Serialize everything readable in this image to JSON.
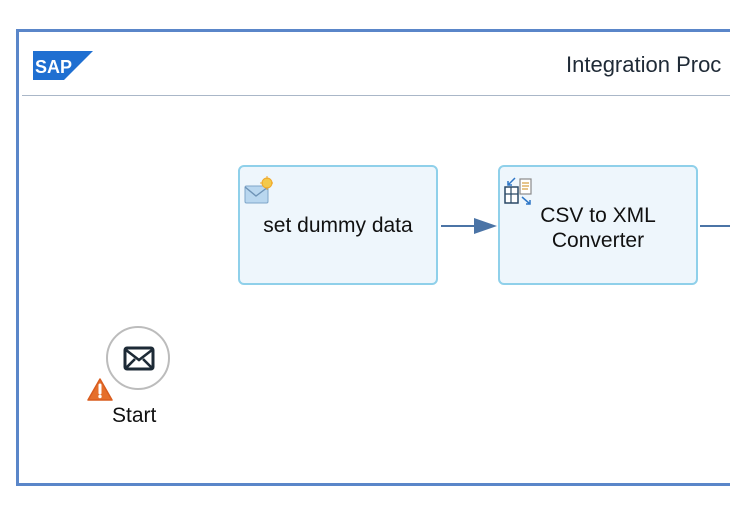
{
  "pool": {
    "title": "Integration Proc",
    "logo_text": "SAP",
    "logo_color": "#1f6fd1",
    "border_color": "#5a86c9"
  },
  "tasks": [
    {
      "label": "set dummy data",
      "icon": "content-modifier-icon"
    },
    {
      "label_line1": "CSV to XML",
      "label_line2": "Converter",
      "icon": "csv-to-xml-converter-icon"
    }
  ],
  "start_event": {
    "label": "Start",
    "icon": "envelope-icon",
    "warning_icon": "warning-icon",
    "warning_color": "#e56f2b"
  },
  "task_colors": {
    "border": "#8fd0ea",
    "fill": "#eef6fc"
  },
  "connector_color": "#4b74a6"
}
